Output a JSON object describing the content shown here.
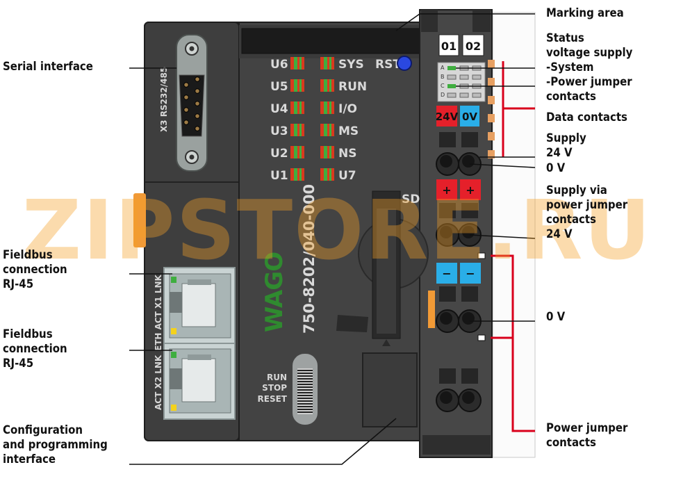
{
  "watermark": "ZIPSTORE.RU",
  "labels": {
    "marking_area": "Marking area",
    "status_voltage": "Status\nvoltage supply\n-System\n-Power jumper\ncontacts",
    "data_contacts": "Data contacts",
    "supply_24v": "Supply\n24 V",
    "zero_v_top": "0 V",
    "supply_jumper": "Supply via\npower jumper\ncontacts\n24 V",
    "zero_v_mid": "0 V",
    "power_jumper": "Power jumper contacts",
    "serial_interface": "Serial interface",
    "fieldbus1": "Fieldbus\nconnection\nRJ-45",
    "fieldbus2": "Fieldbus\nconnection\nRJ-45",
    "config_interface": "Configuration\nand programming\ninterface"
  },
  "device": {
    "serial_port_label": "X3 RS232/485",
    "rst_label": "RST",
    "sd_label": "SD",
    "model": "750-8202/040-000",
    "brand": "WAGO",
    "slot_01": "01",
    "slot_02": "02",
    "label_24v": "24V",
    "label_0v": "0V",
    "plus_1": "+",
    "plus_2": "+",
    "minus_1": "−",
    "minus_2": "−",
    "led_row_letters": [
      "A",
      "B",
      "C",
      "D"
    ],
    "mode_switch": "RUN\nSTOP\nRESET",
    "x1_port": "ETH ACT X1 LNK",
    "x2_port": "ACT X2 LNK",
    "left_leds": [
      "U6",
      "U5",
      "U4",
      "U3",
      "U2",
      "U1"
    ],
    "right_leds": [
      "SYS",
      "RUN",
      "I/O",
      "MS",
      "NS",
      "U7"
    ]
  },
  "colors": {
    "housing": "#3a3a3a",
    "panel": "#454545",
    "led_red": "#d93a1e",
    "led_green": "#3fae3f",
    "supply_red": "#e5202a",
    "supply_blue": "#2aaee8",
    "callout_red": "#d9001b",
    "brand_green": "#2f8a2f"
  }
}
